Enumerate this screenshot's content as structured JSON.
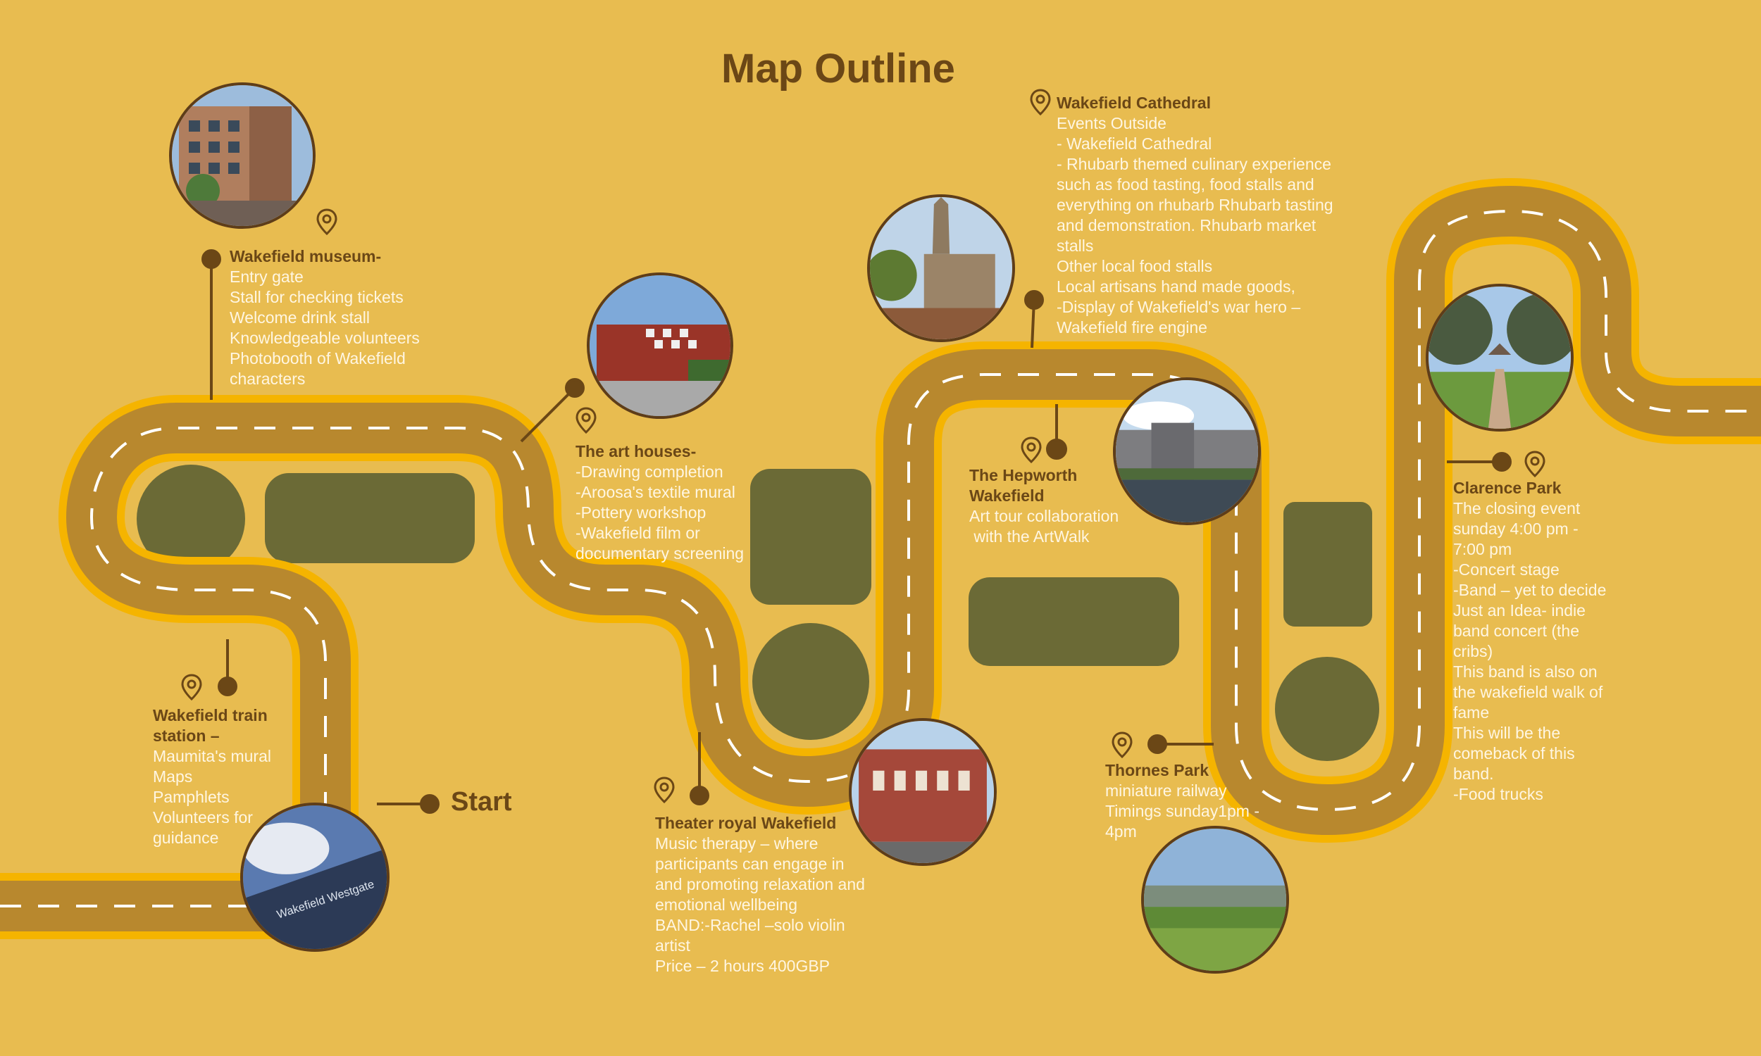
{
  "title": "Map Outline",
  "start_label": "Start",
  "colors": {
    "background": "#E8BC50",
    "road": "#B8882E",
    "road_glow": "#F5B400",
    "road_dash": "#FFFFFF",
    "block": "#6B6A36",
    "heading_text": "#6B4716",
    "body_text": "#FFF6E2",
    "connector": "#6B4716"
  },
  "stops": [
    {
      "id": "museum",
      "heading": [
        "Wakefield museum-"
      ],
      "lines": [
        "Entry gate",
        "Stall for checking tickets",
        "Welcome drink stall",
        "Knowledgeable volunteers",
        "Photobooth of Wakefield",
        "characters"
      ],
      "photo": "building-photo"
    },
    {
      "id": "art-houses",
      "heading": [
        "The art houses-"
      ],
      "lines": [
        "-Drawing completion",
        "-Aroosa's textile mural",
        "-Pottery workshop",
        "-Wakefield film or",
        "documentary screening"
      ],
      "photo": "art-house-photo"
    },
    {
      "id": "cathedral",
      "heading": [
        "Wakefield Cathedral"
      ],
      "lines": [
        "Events Outside",
        "- Wakefield Cathedral",
        "- Rhubarb themed culinary experience",
        "such as food tasting, food stalls and",
        "everything on rhubarb Rhubarb tasting",
        "and demonstration. Rhubarb market",
        "stalls",
        "Other local food stalls",
        "Local artisans hand made goods,",
        "-Display of Wakefield's war hero –",
        "Wakefield fire engine"
      ],
      "photo": "cathedral-photo"
    },
    {
      "id": "hepworth",
      "heading": [
        "The Hepworth",
        "Wakefield"
      ],
      "lines": [
        "Art tour collaboration",
        " with the ArtWalk"
      ],
      "photo": "hepworth-photo"
    },
    {
      "id": "clarence",
      "heading": [
        "Clarence Park"
      ],
      "lines": [
        "The closing event",
        "sunday 4:00 pm -",
        "7:00 pm",
        "-Concert stage",
        "-Band – yet to decide",
        "Just an Idea- indie",
        "band concert (the",
        "cribs)",
        "This band is also on",
        "the wakefield walk of",
        "fame",
        "This will be the",
        "comeback of this",
        "band.",
        "-Food trucks"
      ],
      "photo": "park-photo"
    },
    {
      "id": "train",
      "heading": [
        "Wakefield train",
        "station –"
      ],
      "lines": [
        "Maumita's mural",
        "Maps",
        "Pamphlets",
        "Volunteers for",
        "guidance"
      ],
      "photo": "station-photo"
    },
    {
      "id": "theater",
      "heading": [
        "Theater royal Wakefield"
      ],
      "lines": [
        "Music therapy – where",
        "participants can engage in",
        "and promoting relaxation and",
        "emotional wellbeing",
        "BAND:-Rachel –solo violin",
        "artist",
        "Price – 2 hours 400GBP"
      ],
      "photo": "theater-photo"
    },
    {
      "id": "thornes",
      "heading": [
        "Thornes Park"
      ],
      "lines": [
        "miniature railway",
        "Timings sunday1pm -",
        "4pm"
      ],
      "photo": "landscape-photo"
    }
  ]
}
